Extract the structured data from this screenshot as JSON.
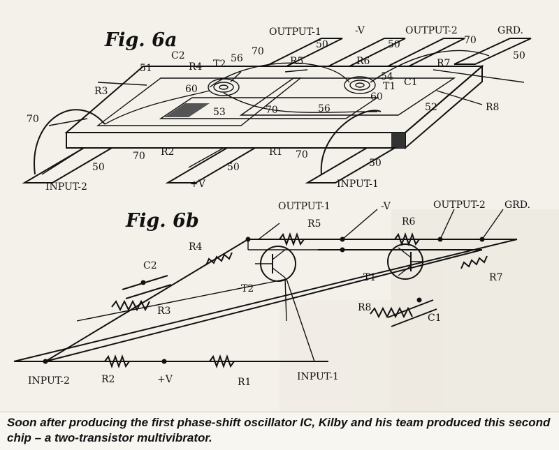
{
  "figure_a": {
    "title": "Fig. 6a",
    "labels": {
      "output1": "OUTPUT-1",
      "minus_v": "-V",
      "output2": "OUTPUT-2",
      "grd": "GRD.",
      "input2": "INPUT-2",
      "input1": "INPUT-1",
      "plus_v": "+V",
      "c2": "C2",
      "c1": "C1",
      "r2": "R2",
      "r3": "R3",
      "r4": "R4",
      "r5": "R5",
      "r6": "R6",
      "r7": "R7",
      "r8": "R8",
      "r1": "R1",
      "t1": "T1",
      "t2": "T2",
      "n50": "50",
      "n51": "51",
      "n52": "52",
      "n53": "53",
      "n54": "54",
      "n56": "56",
      "n60": "60",
      "n70": "70"
    }
  },
  "figure_b": {
    "title": "Fig. 6b",
    "labels": {
      "output1": "OUTPUT-1",
      "minus_v": "-V",
      "output2": "OUTPUT-2",
      "grd": "GRD.",
      "input2": "INPUT-2",
      "input1": "INPUT-1",
      "plus_v": "+V",
      "c1": "C1",
      "c2": "C2",
      "r1": "R1",
      "r2": "R2",
      "r3": "R3",
      "r4": "R4",
      "r5": "R5",
      "r6": "R6",
      "r7": "R7",
      "r8": "R8",
      "t1": "T1",
      "t2": "T2"
    }
  },
  "caption": "Soon after producing the first phase-shift oscillator IC, Kilby and his team produced this second chip – a two-transistor multivibrator."
}
